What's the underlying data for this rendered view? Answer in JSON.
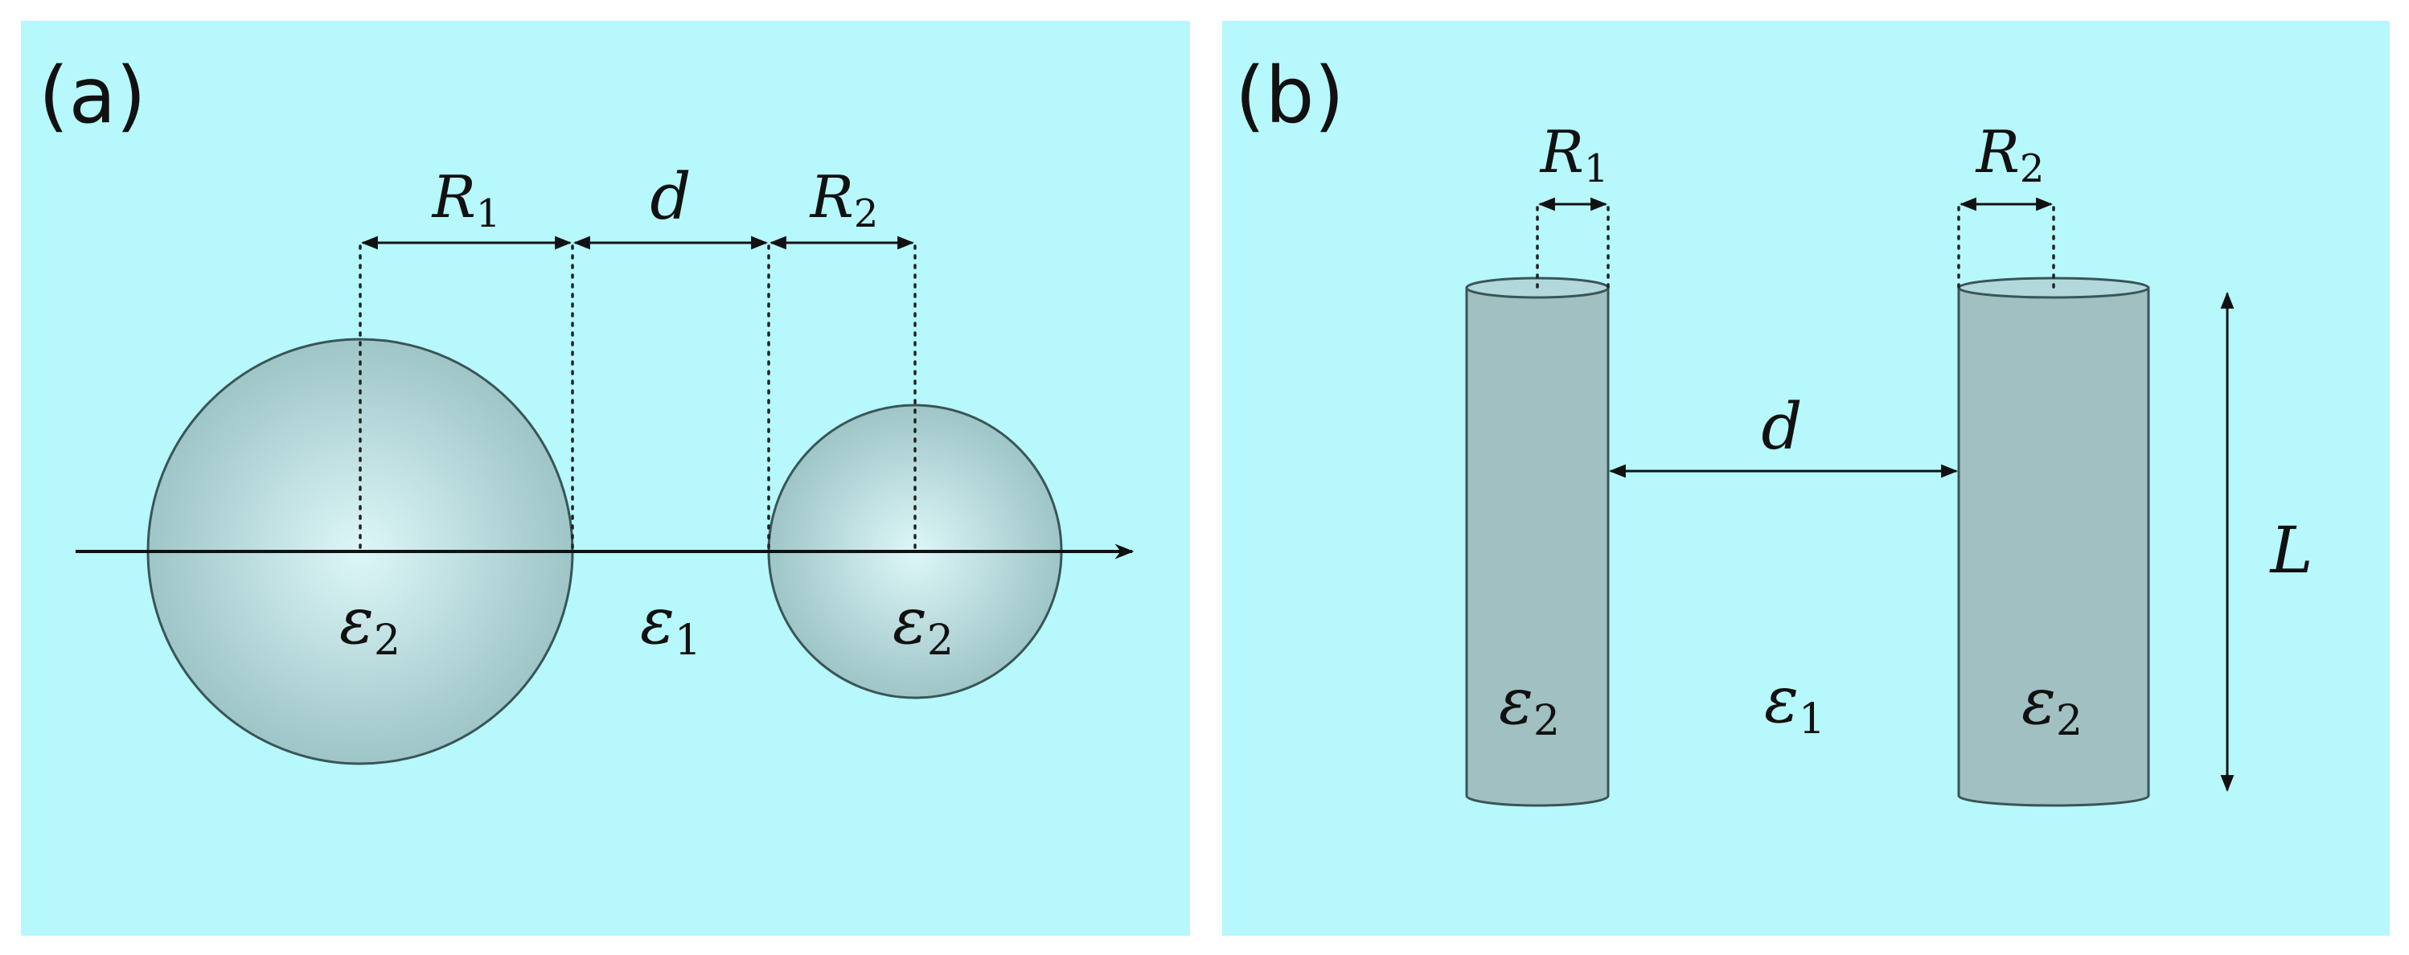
{
  "colors": {
    "panel_background": "#b6f8fc",
    "sphere_center": "#ddf7f8",
    "sphere_edge": "#9ec5c7",
    "cylinder_fill": "#a0c0c2",
    "cylinder_top": "#b3d8db",
    "outline": "#3a5557"
  },
  "panel_a": {
    "label": "(a)",
    "r1": {
      "symbol": "R",
      "subscript": "1"
    },
    "gap": {
      "symbol": "d"
    },
    "r2": {
      "symbol": "R",
      "subscript": "2"
    },
    "eps_left": {
      "symbol": "ε",
      "subscript": "2"
    },
    "eps_middle": {
      "symbol": "ε",
      "subscript": "1"
    },
    "eps_right": {
      "symbol": "ε",
      "subscript": "2"
    }
  },
  "panel_b": {
    "label": "(b)",
    "r1": {
      "symbol": "R",
      "subscript": "1"
    },
    "r2": {
      "symbol": "R",
      "subscript": "2"
    },
    "gap": {
      "symbol": "d"
    },
    "length": {
      "symbol": "L"
    },
    "eps_left": {
      "symbol": "ε",
      "subscript": "2"
    },
    "eps_middle": {
      "symbol": "ε",
      "subscript": "1"
    },
    "eps_right": {
      "symbol": "ε",
      "subscript": "2"
    }
  }
}
